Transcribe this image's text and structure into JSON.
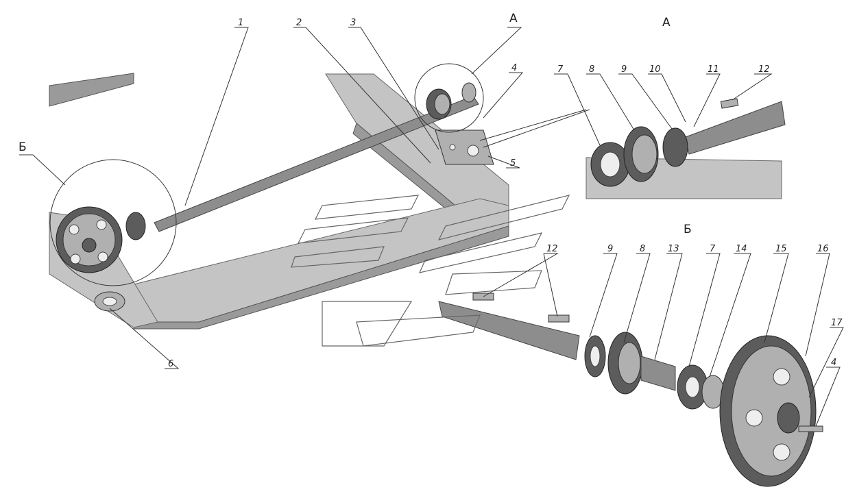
{
  "views": {
    "a_main": "А",
    "a_detail": "А",
    "b_main": "Б",
    "b_detail": "Б"
  },
  "callouts": {
    "c1": "1",
    "c2": "2",
    "c3": "3",
    "c4_main": "4",
    "c5": "5",
    "c6": "6",
    "c7_a": "7",
    "c8_a": "8",
    "c9_a": "9",
    "c10": "10",
    "c11": "11",
    "c12_a": "12",
    "c12_b": "12",
    "c9_b": "9",
    "c8_b": "8",
    "c13": "13",
    "c7_b": "7",
    "c14": "14",
    "c15": "15",
    "c16": "16",
    "c17": "17",
    "c4_b": "4"
  }
}
